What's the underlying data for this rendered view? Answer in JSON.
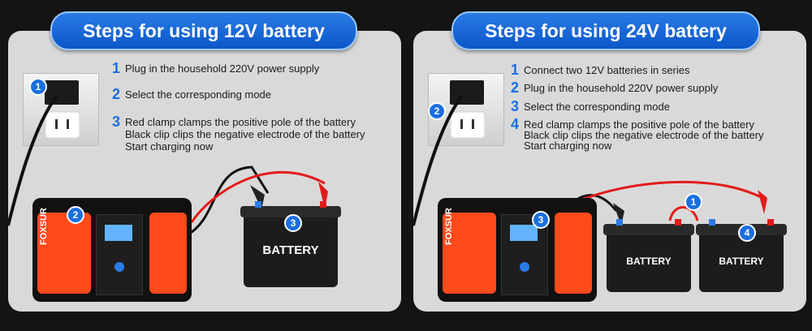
{
  "left": {
    "title": "Steps for using 12V battery",
    "steps": [
      {
        "num": "1",
        "text": "Plug in the household 220V power supply"
      },
      {
        "num": "2",
        "text": "Select the corresponding mode"
      },
      {
        "num": "3",
        "text": "Red clamp clamps the positive pole of the battery"
      },
      {
        "num": "",
        "text": "Black clip clips the negative electrode of the battery"
      },
      {
        "num": "",
        "text": "Start charging now"
      }
    ],
    "badges": [
      "1",
      "2",
      "3"
    ],
    "battery_label": "BATTERY",
    "brand": "FOXSUR"
  },
  "right": {
    "title": "Steps for using 24V battery",
    "steps": [
      {
        "num": "1",
        "text": "Connect two 12V batteries in series"
      },
      {
        "num": "2",
        "text": "Plug in the household 220V power supply"
      },
      {
        "num": "3",
        "text": "Select the corresponding mode"
      },
      {
        "num": "4",
        "text": "Red clamp clamps the positive pole of the battery"
      },
      {
        "num": "",
        "text": "Black clip clips the negative electrode of the battery"
      },
      {
        "num": "",
        "text": "Start charging now"
      }
    ],
    "badges": [
      "2",
      "3",
      "1",
      "4"
    ],
    "battery_label_a": "BATTERY",
    "battery_label_b": "BATTERY",
    "brand": "FOXSUR"
  },
  "colors": {
    "accent": "#1a6fe0",
    "charger": "#ff4a1c",
    "panel": "#d9d9d9",
    "positive_wire": "#e31b1b"
  }
}
